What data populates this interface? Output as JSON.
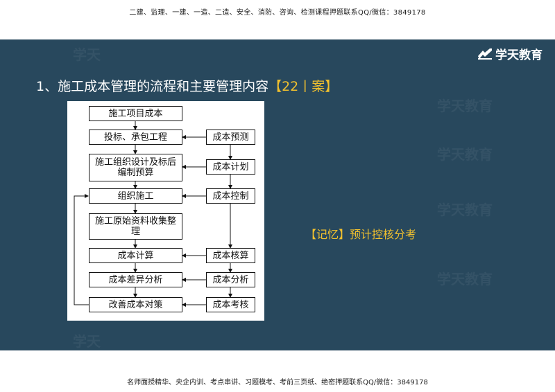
{
  "header": {
    "text": "二建、监理、一建、一造、二造、安全、消防、咨询、检测课程押题联系QQ/微信：3849178"
  },
  "footer": {
    "text": "名师面授精华、央企内训、考点串讲、习题模考、考前三页纸、绝密押题联系QQ/微信：3849178"
  },
  "logo": {
    "text": "学天教育"
  },
  "title": {
    "main": "1、施工成本管理的流程和主要管理内容",
    "tag": "【22丨案】"
  },
  "memo": "【记忆】预计控核分考",
  "flow": {
    "left": [
      "施工项目成本",
      "投标、承包工程",
      "施工组织设计及标后编制预算",
      "组织施工",
      "施工原始资料收集整理",
      "成本计算",
      "成本差异分析",
      "改善成本对策"
    ],
    "right": [
      "成本预测",
      "成本计划",
      "成本控制",
      "成本核算",
      "成本分析",
      "成本考核"
    ]
  },
  "colors": {
    "slide_bg": "#28485d",
    "accent": "#f2c12e"
  }
}
